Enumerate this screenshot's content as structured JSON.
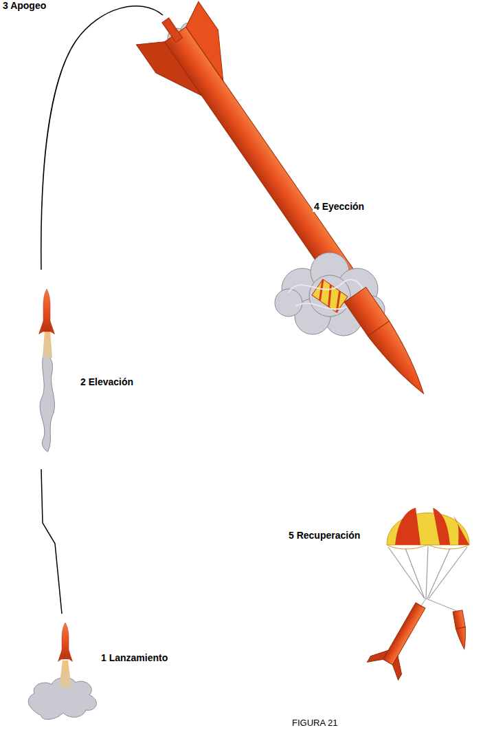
{
  "diagram": {
    "caption": "FIGURA 21",
    "labels": [
      "3 Apogeo",
      "4 Eyección",
      "2 Elevación",
      "5 Recuperación",
      "1 Lanzamiento"
    ]
  }
}
